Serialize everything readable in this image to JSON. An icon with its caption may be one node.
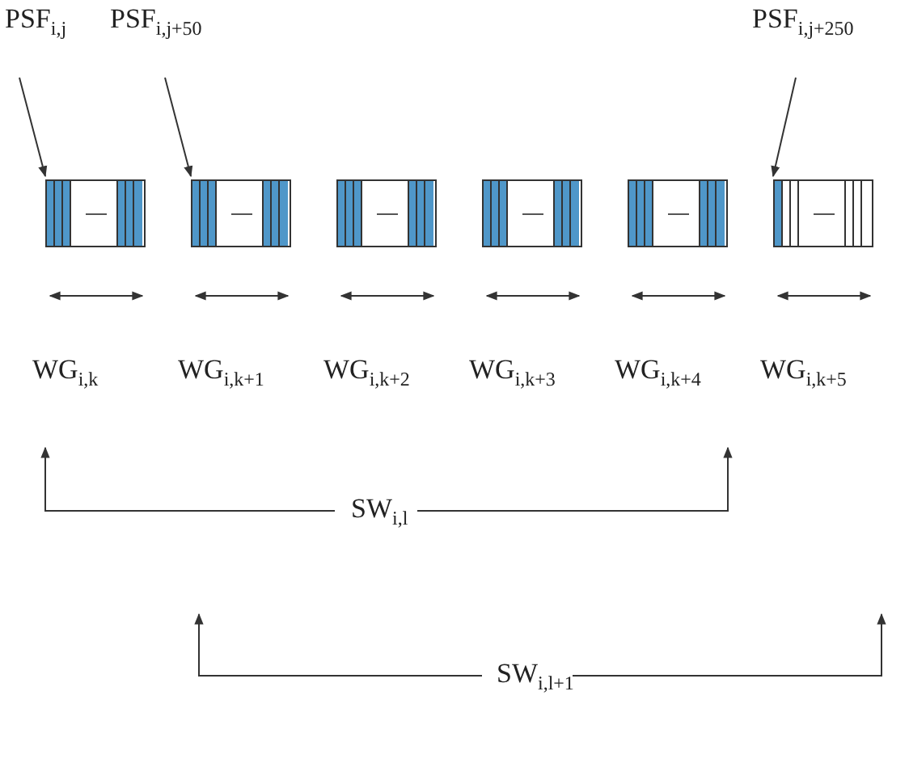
{
  "diagram": {
    "nodes": [
      {
        "text": [
          "PSF$_{i,j}$"
        ]
      },
      {
        "text": [
          "PSF$_{i,j+50}$"
        ]
      },
      {
        "text": [
          "PSF$_{i,j+250}$"
        ]
      },
      {
        "text": [],
        "shape": "box"
      },
      {
        "text": [],
        "shape": "box"
      },
      {
        "text": [],
        "shape": "box"
      },
      {
        "text": [],
        "shape": "box"
      },
      {
        "text": [],
        "shape": "box"
      },
      {
        "text": [],
        "shape": "box"
      }
    ],
    "edges": [
      {
        "from": 0,
        "to": 3,
        "arrow": "to"
      },
      {
        "from": 1,
        "to": 4,
        "arrow": "to"
      },
      {
        "from": 2,
        "to": 8,
        "arrow": "to"
      }
    ],
    "labels": [
      "WG$_{i,k}$",
      "WG$_{i,k+1}$",
      "WG$_{i,k+2}$",
      "WG$_{i,k+3}$",
      "WG$_{i,k+4}$",
      "WG$_{i,k+5}$",
      "SW$_{i,l}$",
      "SW$_{i,l+1}$"
    ]
  }
}
